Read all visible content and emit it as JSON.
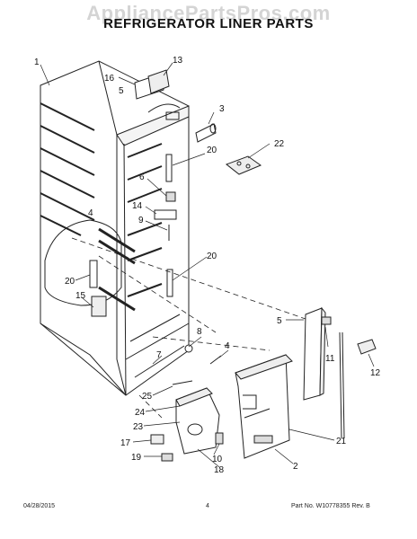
{
  "watermark": "AppliancePartsPros.com",
  "title": "REFRIGERATOR LINER PARTS",
  "callouts": {
    "c1": "1",
    "c13": "13",
    "c16": "16",
    "c5a": "5",
    "c3": "3",
    "c22": "22",
    "c20a": "20",
    "c6": "6",
    "c14": "14",
    "c9": "9",
    "c20b": "20",
    "c20c": "20",
    "c15": "15",
    "c5b": "5",
    "c11": "11",
    "c12": "12",
    "c8": "8",
    "c4": "4",
    "c7": "7",
    "c25": "25",
    "c24": "24",
    "c23": "23",
    "c17": "17",
    "c10": "10",
    "c19": "19",
    "c18": "18",
    "c21": "21",
    "c2": "2",
    "c4b": "4"
  },
  "footer": {
    "date": "04/28/2015",
    "page": "4",
    "part": "Part No. W10778355  Rev. B"
  }
}
